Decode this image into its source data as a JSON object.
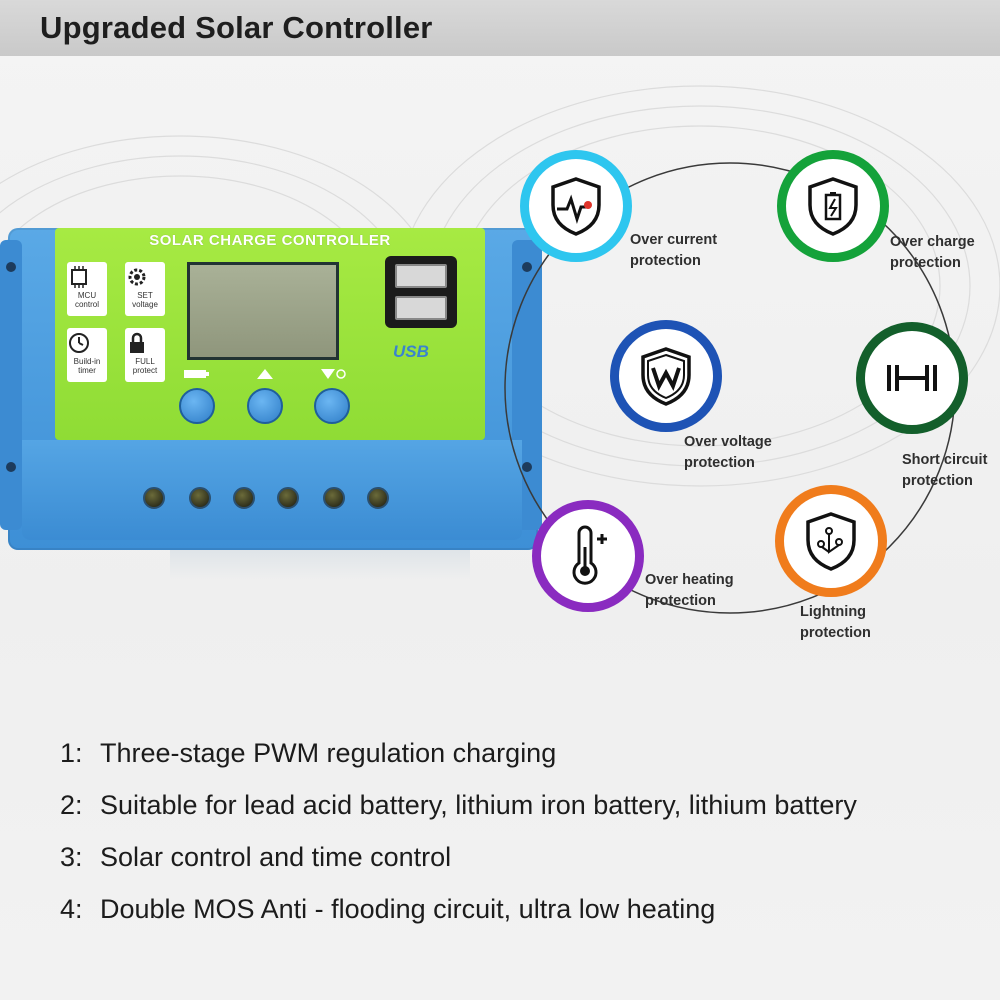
{
  "header": {
    "title": "Upgraded Solar Controller"
  },
  "device": {
    "face_label": "SOLAR CHARGE CONTROLLER",
    "tiles": [
      {
        "icon": "chip-icon",
        "label": "MCU control"
      },
      {
        "icon": "gear-icon",
        "label": "SET voltage"
      },
      {
        "icon": "clock-icon",
        "label": "Build-in timer"
      },
      {
        "icon": "lock-icon",
        "label": "FULL protect"
      }
    ],
    "usb_label": "USB",
    "button_count": 3,
    "terminal_count": 6
  },
  "features": [
    {
      "id": "over-current",
      "icon": "shield-pulse-icon",
      "label": "Over current protection",
      "color": "#2ec6ef"
    },
    {
      "id": "over-charge",
      "icon": "shield-battery-icon",
      "label": "Over charge protection",
      "color": "#14a23a"
    },
    {
      "id": "over-voltage",
      "icon": "shield-w-icon",
      "label": "Over voltage protection",
      "color": "#1e53b5"
    },
    {
      "id": "short-circuit",
      "icon": "short-circuit-icon",
      "label": "Short circuit protection",
      "color": "#135f2b"
    },
    {
      "id": "over-heating",
      "icon": "thermometer-icon",
      "label": "Over heating protection",
      "color": "#8a2bc0"
    },
    {
      "id": "lightning",
      "icon": "shield-circuit-icon",
      "label": "Lightning protection",
      "color": "#f07c1c"
    }
  ],
  "specs": [
    {
      "num": "1:",
      "text": "Three-stage PWM regulation charging"
    },
    {
      "num": "2:",
      "text": "Suitable for lead acid battery, lithium iron battery, lithium battery"
    },
    {
      "num": "3:",
      "text": "Solar control and time control"
    },
    {
      "num": "4:",
      "text": "Double MOS Anti - flooding circuit, ultra low heating"
    }
  ]
}
